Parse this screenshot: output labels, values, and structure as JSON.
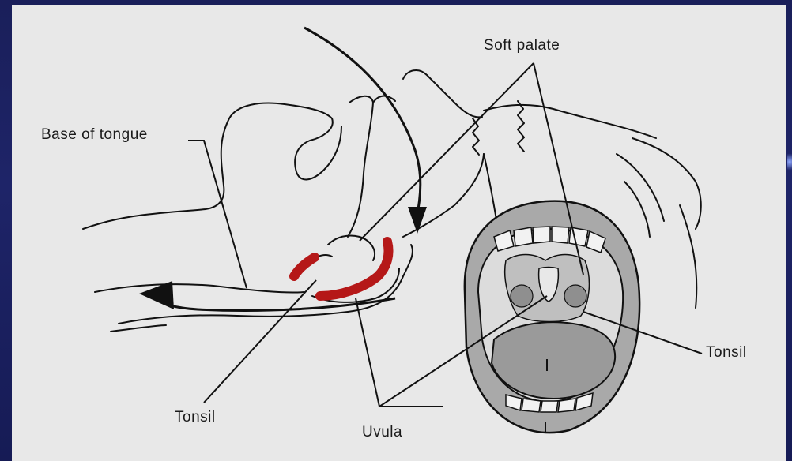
{
  "labels": {
    "soft_palate": "Soft palate",
    "base_of_tongue": "Base of tongue",
    "tonsil_left": "Tonsil",
    "tonsil_right": "Tonsil",
    "uvula": "Uvula"
  },
  "colors": {
    "background": "#1c2262",
    "panel": "#e8e8e8",
    "line": "#111111",
    "tonsil_highlight": "#b51818",
    "mouth_fill": "#a9a9a9",
    "tongue_fill": "#9a9a9a"
  }
}
